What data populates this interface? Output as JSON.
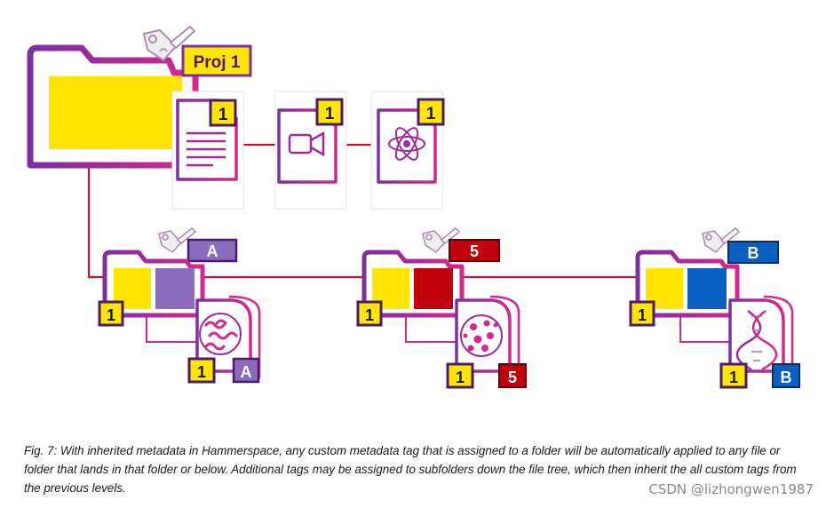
{
  "root_folder": {
    "tag": "Proj 1"
  },
  "root_files": [
    {
      "tag": "1",
      "icon": "document-icon"
    },
    {
      "tag": "1",
      "icon": "video-camera-icon"
    },
    {
      "tag": "1",
      "icon": "atom-icon"
    }
  ],
  "subfolders": [
    {
      "own_tag": "A",
      "inherited_tag": "1",
      "file_tags": [
        "1",
        "A"
      ],
      "color": "#8a6bbd",
      "file_icon": "microbe-icon"
    },
    {
      "own_tag": "5",
      "inherited_tag": "1",
      "file_tags": [
        "1",
        "5"
      ],
      "color": "#c0000b",
      "file_icon": "virus-cells-icon"
    },
    {
      "own_tag": "B",
      "inherited_tag": "1",
      "file_tags": [
        "1",
        "B"
      ],
      "color": "#0a5fc0",
      "file_icon": "dna-icon"
    }
  ],
  "colors": {
    "yellow": "#ffe500",
    "purple": "#7b2fa0",
    "magenta": "#d6288c",
    "red_line": "#c0182a"
  },
  "caption": "Fig. 7: With inherited metadata in Hammerspace, any custom metadata tag that is assigned to a folder will be automatically applied to any file or folder that lands in that folder or below. Additional tags may be assigned to subfolders down the file tree, which then inherit the all custom tags from the previous levels.",
  "watermark": "CSDN @lizhongwen1987"
}
